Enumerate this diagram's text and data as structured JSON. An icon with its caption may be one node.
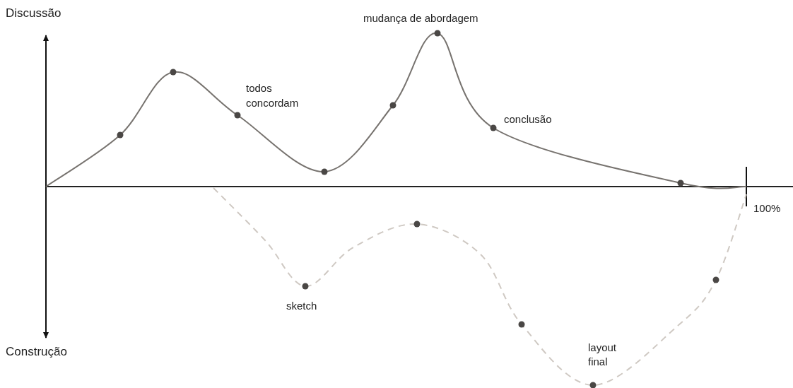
{
  "diagram": {
    "labels": [
      "Discussão",
      "mudança de abordagem",
      "todos concordam",
      "conclusão",
      "100%",
      "sketch",
      "Construção",
      "layout final"
    ]
  }
}
